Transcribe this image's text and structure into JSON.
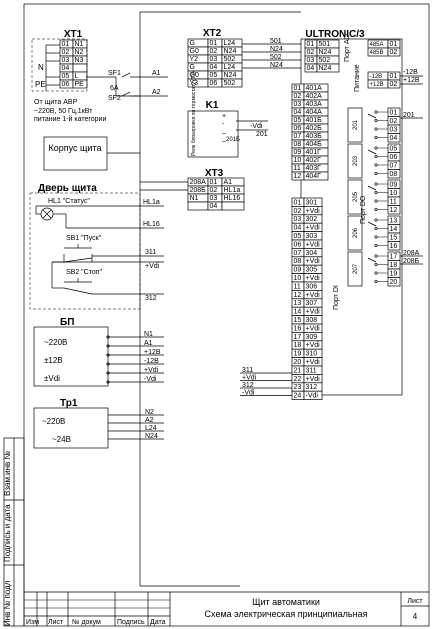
{
  "xt1": {
    "title": "XT1",
    "rows": [
      [
        "01",
        "N1"
      ],
      [
        "02",
        "N2"
      ],
      [
        "03",
        "N3"
      ],
      [
        "04",
        ""
      ],
      [
        "05",
        "L"
      ],
      [
        "06",
        "PE"
      ]
    ],
    "left_labels": [
      "N",
      "PE"
    ],
    "sf": [
      "SF1",
      "SF2"
    ],
    "outs": [
      "A1",
      "A2"
    ],
    "sixa": "6A",
    "note": [
      "От щита АВР",
      "~220В, 50 Гц,1кВт",
      "питание 1-й категории"
    ]
  },
  "xt2": {
    "title": "XT2",
    "rows": [
      [
        "G",
        "01",
        "L24"
      ],
      [
        "G0",
        "02",
        "N24"
      ],
      [
        "Y2",
        "03",
        "502"
      ],
      [
        "G",
        "04",
        "L24"
      ],
      [
        "G0",
        "05",
        "N24"
      ],
      [
        "Y3",
        "06",
        "502"
      ]
    ],
    "outs": [
      "501",
      "N24",
      "502",
      "N24"
    ]
  },
  "k1": {
    "title": "K1",
    "vert": "Реле блокировки по термостату (ТЗ)",
    "pins": [
      "+",
      "-",
      "~",
      "~"
    ],
    "wire": "201Б",
    "outs": [
      "-Vdi",
      "201"
    ]
  },
  "xt3": {
    "title": "XT3",
    "rows": [
      [
        "208А",
        "01",
        "A1"
      ],
      [
        "208Б",
        "02",
        "HL1a"
      ],
      [
        "N1",
        "03",
        "HL16"
      ],
      [
        "",
        "04",
        ""
      ]
    ]
  },
  "korpus": "Корпус щита",
  "door": {
    "title": "Дверь щита",
    "hl": "HL1 \"Статус\"",
    "hl_wires": [
      "HL1a",
      "HL16"
    ],
    "sb1": "SB1 \"Пуск\"",
    "sb1_wires": [
      "311",
      "+Vdi"
    ],
    "sb2": "SB2 \"Стоп\"",
    "sb2_wire": "312"
  },
  "bp": {
    "title": "БП",
    "labels": [
      "~220В",
      "±12В",
      "±Vdi"
    ],
    "outs": [
      "N1",
      "A1",
      "+12В",
      "-12В",
      "+Vdi",
      "-Vdi"
    ]
  },
  "tp1": {
    "title": "Тр1",
    "labels": [
      "~220В",
      "~24В"
    ],
    "outs": [
      "N2",
      "A2",
      "L24",
      "N24"
    ]
  },
  "ultronic": {
    "title": "ULTRONIC/3",
    "port_ao": "Порт АО",
    "pit": "Питание",
    "port_do": "Порт DO",
    "port_di": "Порт DI",
    "ao_rows": [
      [
        "01",
        "501"
      ],
      [
        "02",
        "N24"
      ],
      [
        "03",
        "502"
      ],
      [
        "04",
        "N24"
      ]
    ],
    "ao_right": [
      [
        "485А",
        "01"
      ],
      [
        "485В",
        "02"
      ]
    ],
    "pit_rows": [
      [
        "-12В",
        "01",
        "-12В"
      ],
      [
        "+12В",
        "02",
        "+12В"
      ]
    ],
    "group1": [
      [
        "01",
        "401А"
      ],
      [
        "02",
        "402А"
      ],
      [
        "03",
        "403А"
      ],
      [
        "04",
        "404А"
      ],
      [
        "05",
        "401Б"
      ],
      [
        "06",
        "402Б"
      ],
      [
        "07",
        "403Б"
      ],
      [
        "08",
        "404Б"
      ],
      [
        "09",
        "401Г"
      ],
      [
        "10",
        "402Г"
      ],
      [
        "11",
        "403Г"
      ],
      [
        "12",
        "404Г"
      ]
    ],
    "group2": [
      [
        "01",
        "301"
      ],
      [
        "02",
        "+Vdi"
      ],
      [
        "03",
        "302"
      ],
      [
        "04",
        "+Vdi"
      ],
      [
        "05",
        "303"
      ],
      [
        "06",
        "+Vdi"
      ],
      [
        "07",
        "304"
      ],
      [
        "08",
        "+Vdi"
      ],
      [
        "09",
        "305"
      ],
      [
        "10",
        "+Vdi"
      ],
      [
        "11",
        "306"
      ],
      [
        "12",
        "+Vdi"
      ],
      [
        "13",
        "307"
      ],
      [
        "14",
        "+Vdi"
      ],
      [
        "15",
        "308"
      ],
      [
        "16",
        "+Vdi"
      ],
      [
        "17",
        "309"
      ],
      [
        "18",
        "+Vdi"
      ],
      [
        "19",
        "310"
      ],
      [
        "20",
        "+Vdi"
      ],
      [
        "21",
        "311"
      ],
      [
        "22",
        "+Vdi"
      ],
      [
        "23",
        "312"
      ],
      [
        "24",
        "-Vdi"
      ]
    ],
    "do_groups": [
      {
        "label": "201",
        "pins": [
          "01",
          "02",
          "03",
          "04"
        ]
      },
      {
        "label": "203",
        "pins": [
          "05",
          "06",
          "07",
          "08"
        ]
      },
      {
        "label": "205",
        "pins": [
          "09",
          "10",
          "11",
          "12"
        ]
      },
      {
        "label": "206",
        "pins": [
          "13",
          "14",
          "15",
          "16"
        ]
      },
      {
        "label": "207",
        "pins": [
          "17",
          "18",
          "19",
          "20"
        ]
      }
    ],
    "do_wires": [
      "201",
      "208А",
      "208Б"
    ],
    "di_wires": [
      "311",
      "+Vdi",
      "312",
      "-Vdi"
    ]
  },
  "stamp": {
    "title1": "Щит автоматики",
    "title2": "Схема электрическая принципиальная",
    "list_label": "Лист",
    "list_no": "4",
    "cols": [
      "Изм",
      "Лист",
      "№ докум",
      "Подпись",
      "Дата"
    ],
    "side": [
      "Инв № подл",
      "Подпись и дата",
      "Взам.инв №"
    ]
  }
}
